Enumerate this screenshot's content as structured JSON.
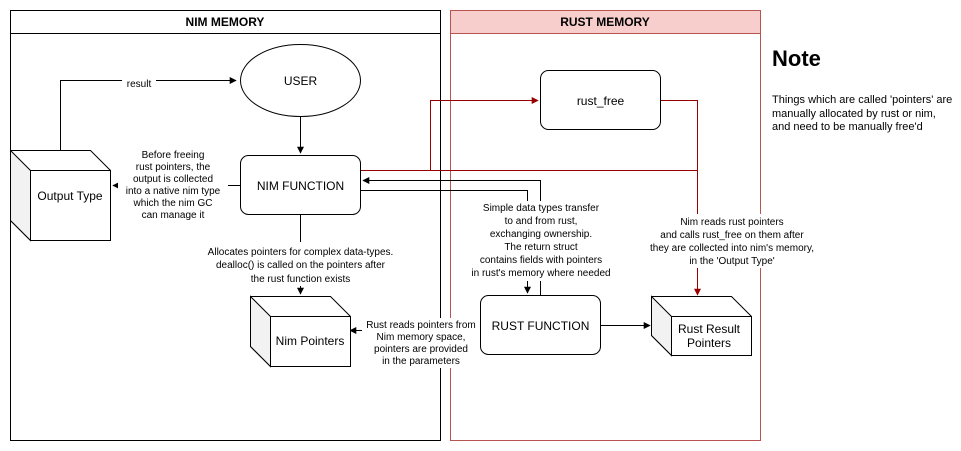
{
  "panels": {
    "nim_title": "NIM MEMORY",
    "rust_title": "RUST MEMORY"
  },
  "nodes": {
    "user": "USER",
    "nim_function": "NIM FUNCTION",
    "output_type": "Output Type",
    "nim_pointers": "Nim Pointers",
    "rust_free": "rust_free",
    "rust_function": "RUST FUNCTION",
    "rust_result_pointers": [
      "Rust Result",
      "Pointers"
    ]
  },
  "edge_labels": {
    "result": "result",
    "before_freeing": [
      "Before freeing",
      "rust pointers, the",
      "output is collected",
      "into a native nim type",
      "which the nim GC",
      "can manage it"
    ],
    "allocates": [
      "Allocates pointers for complex data-types.",
      "dealloc() is called on the pointers after",
      "the rust function exists"
    ],
    "simple_types": [
      "Simple data types transfer",
      "to and from rust,",
      "exchanging ownership.",
      "The return struct",
      "contains fields with pointers",
      "in rust's memory where needed"
    ],
    "nim_reads": [
      "Nim reads rust pointers",
      "and calls rust_free on them after",
      "they are collected into nim's memory,",
      "in the 'Output Type'"
    ],
    "rust_reads": [
      "Rust reads pointers from",
      "Nim memory space,",
      "pointers are provided",
      "in the parameters"
    ]
  },
  "note": {
    "title": "Note",
    "body": "Things which are called 'pointers' are manually allocated by rust or nim, and need to be manually free'd"
  },
  "colors": {
    "rust_panel_fill": "#f8cecc",
    "rust_panel_border": "#b85450",
    "rust_arrow": "#990000",
    "line": "#000000"
  }
}
